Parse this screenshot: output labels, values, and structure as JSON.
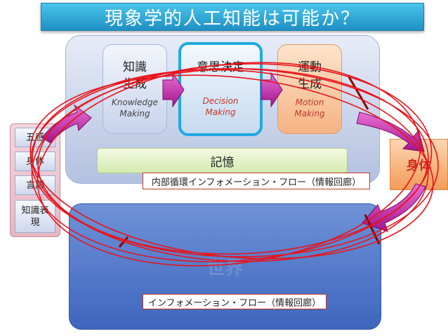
{
  "title": "現象学的人工知能は可能か？",
  "processes": {
    "knowledge": {
      "jp_line1": "知識",
      "jp_line2": "生成",
      "en_line1": "Knowledge",
      "en_line2": "Making"
    },
    "decision": {
      "jp": "意思決定",
      "en_line1": "Decision",
      "en_line2": "Making"
    },
    "motion": {
      "jp_line1": "運動",
      "jp_line2": "生成",
      "en_line1": "Motion",
      "en_line2": "Making"
    }
  },
  "memory": "記憶",
  "inner_flow_label": "内部循環インフォメーション・フロー（情報回廊）",
  "world": "世界",
  "outer_flow_label": "インフォメーション・フロー（情報回廊）",
  "left_items": {
    "senses": "五感",
    "body": "身体",
    "language": "言語",
    "knowledge_line1": "知識表",
    "knowledge_line2": "現"
  },
  "body_box": "身体",
  "colors": {
    "title_bg": "#2aa8dc",
    "ellipse_stroke": "#e8141c",
    "arrow_magenta": "#d11fb5",
    "decision_border": "#21a9e1",
    "body_text": "#d0281c"
  }
}
